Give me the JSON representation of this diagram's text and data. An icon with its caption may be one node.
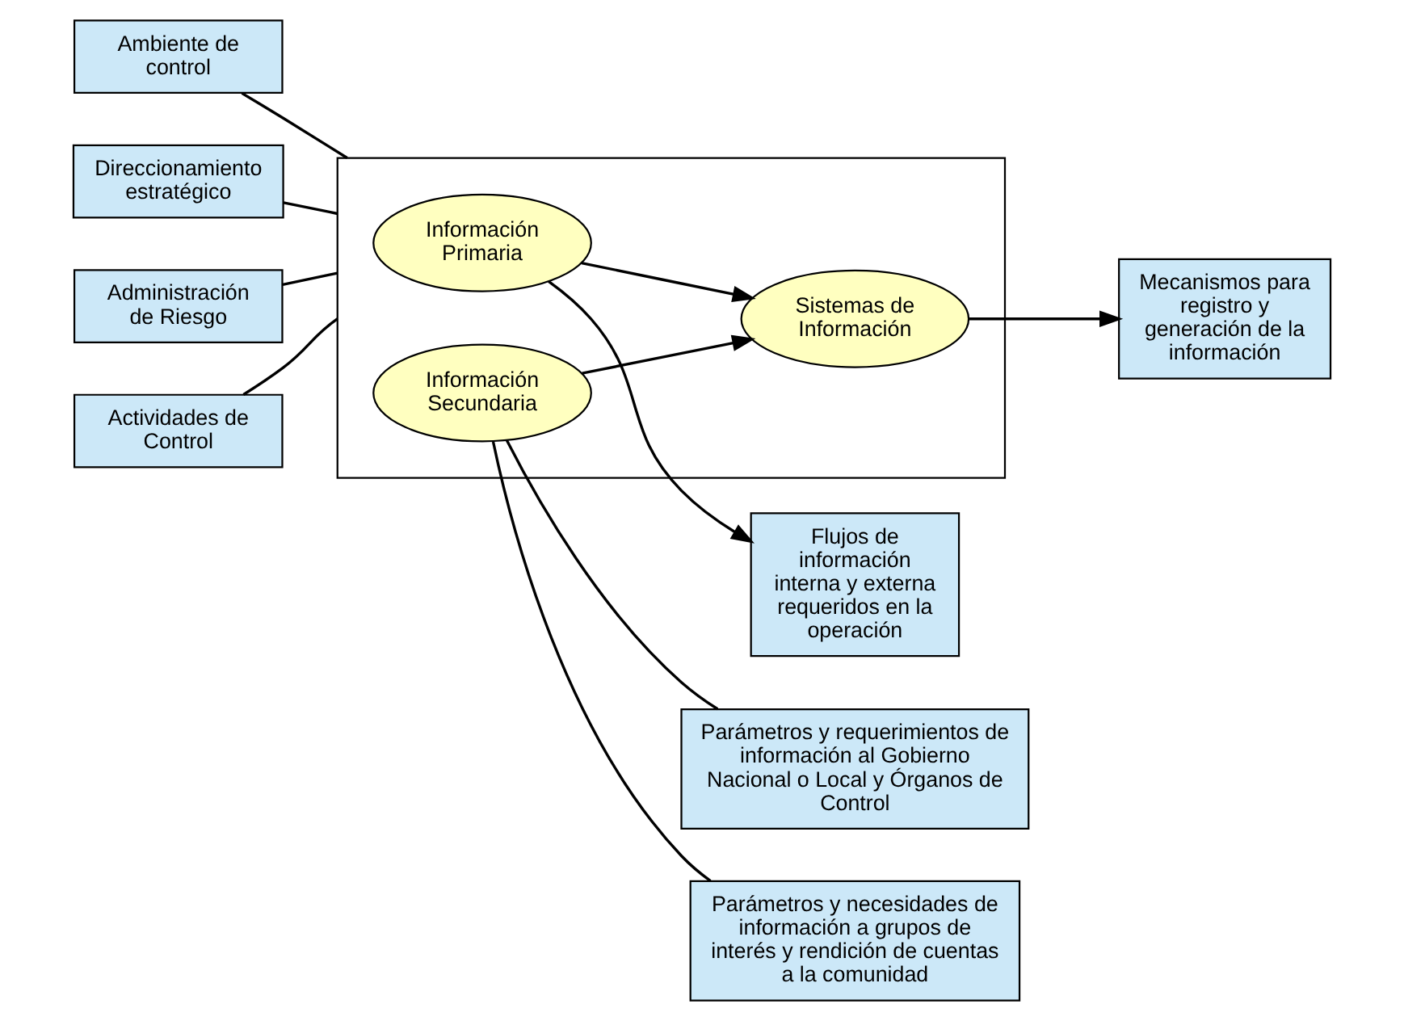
{
  "diagram": {
    "nodes": [
      {
        "text": [
          "Ambiente de control"
        ]
      },
      {
        "text": [
          "Direccionamiento estratégico"
        ]
      },
      {
        "text": [
          "Administración de Riesgo"
        ]
      },
      {
        "text": [
          "Actividades de Control"
        ]
      },
      {
        "text": [],
        "shape": "box"
      },
      {
        "text": [
          "Información Primaria"
        ],
        "in": 4
      },
      {
        "text": [
          "Información Secundaria"
        ],
        "in": 4
      },
      {
        "text": [
          "Sistemas de Información"
        ],
        "in": 4
      },
      {
        "text": [
          "Flujos de información interna y externa requeridos en la operación"
        ]
      },
      {
        "text": [
          "Mecanismos para registro y generación de la información"
        ]
      },
      {
        "text": [
          "Parámetros y requerimientos de información al Gobierno Nacional o Local y Órganos de Control"
        ]
      },
      {
        "text": [
          "Parámetros y necesidades de información a grupos de interés y rendición de cuentas a la comunidad"
        ]
      }
    ],
    "edges": [
      {
        "from": 0,
        "to": 4,
        "arrow": "none"
      },
      {
        "from": 1,
        "to": 4,
        "arrow": "none"
      },
      {
        "from": 2,
        "to": 4,
        "arrow": "none"
      },
      {
        "from": 3,
        "to": 4,
        "arrow": "none"
      },
      {
        "from": 5,
        "to": 8,
        "arrow": "to"
      },
      {
        "from": 5,
        "to": 7,
        "arrow": "to"
      },
      {
        "from": 6,
        "to": 7,
        "arrow": "to"
      },
      {
        "from": 7,
        "to": 9,
        "arrow": "to"
      },
      {
        "from": 6,
        "to": 10,
        "arrow": "none"
      },
      {
        "from": 6,
        "to": 11,
        "arrow": "none"
      }
    ]
  }
}
